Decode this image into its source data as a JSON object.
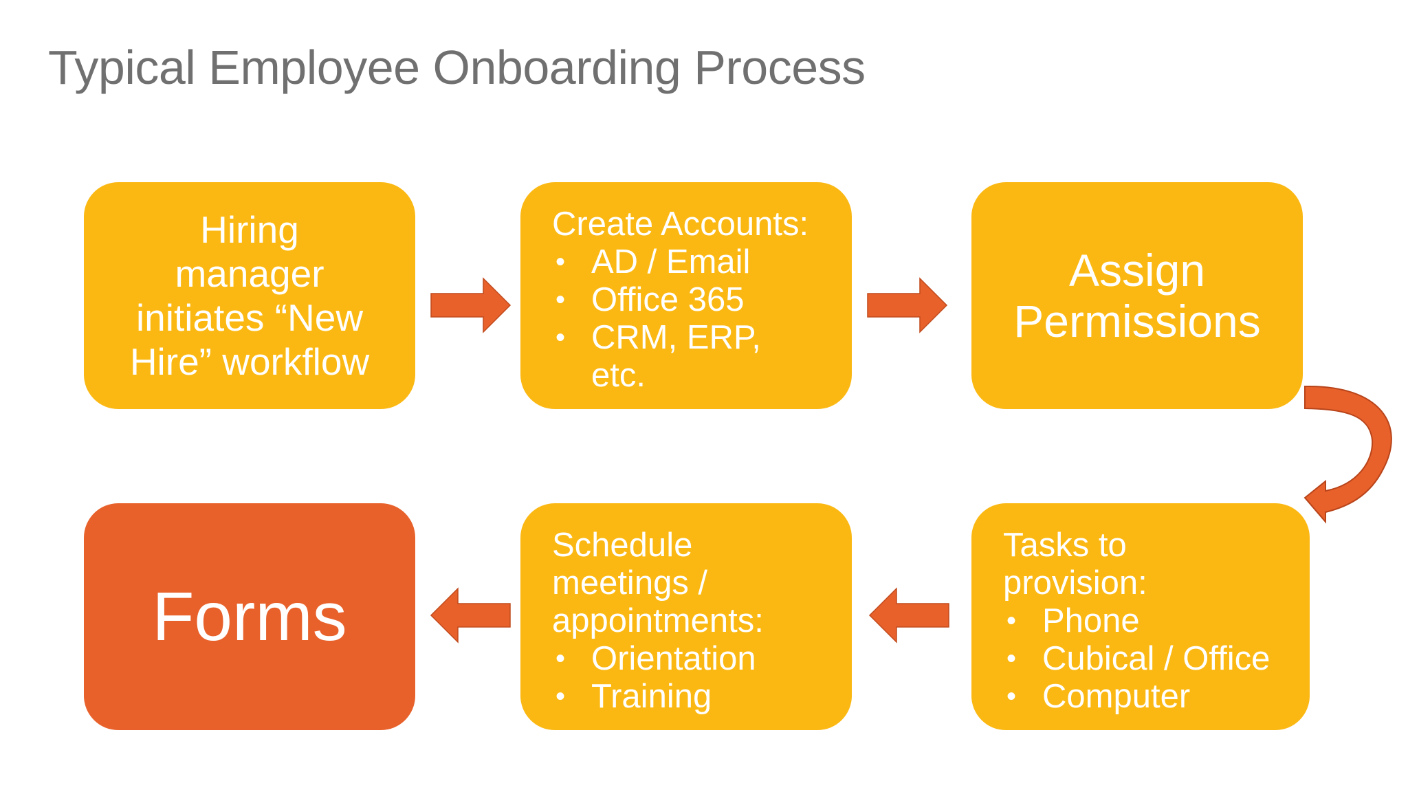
{
  "title": "Typical Employee Onboarding Process",
  "colors": {
    "box_yellow": "#FBB812",
    "box_orange": "#E8612B",
    "arrow": "#E8612B",
    "title_gray": "#707070"
  },
  "steps": {
    "hiring": {
      "lines": [
        "Hiring",
        "manager",
        "initiates “New",
        "Hire” workflow"
      ]
    },
    "accounts": {
      "heading": "Create Accounts:",
      "bullets": [
        "AD / Email",
        "Office 365",
        "CRM, ERP,",
        "etc."
      ]
    },
    "permissions": {
      "lines": [
        "Assign",
        "Permissions"
      ]
    },
    "tasks": {
      "heading_lines": [
        "Tasks to",
        "provision:"
      ],
      "bullets": [
        "Phone",
        "Cubical / Office",
        "Computer"
      ]
    },
    "schedule": {
      "heading_lines": [
        "Schedule",
        "meetings /",
        "appointments:"
      ],
      "bullets": [
        "Orientation",
        "Training"
      ]
    },
    "forms": {
      "label": "Forms"
    }
  },
  "bullet_symbol": "•"
}
